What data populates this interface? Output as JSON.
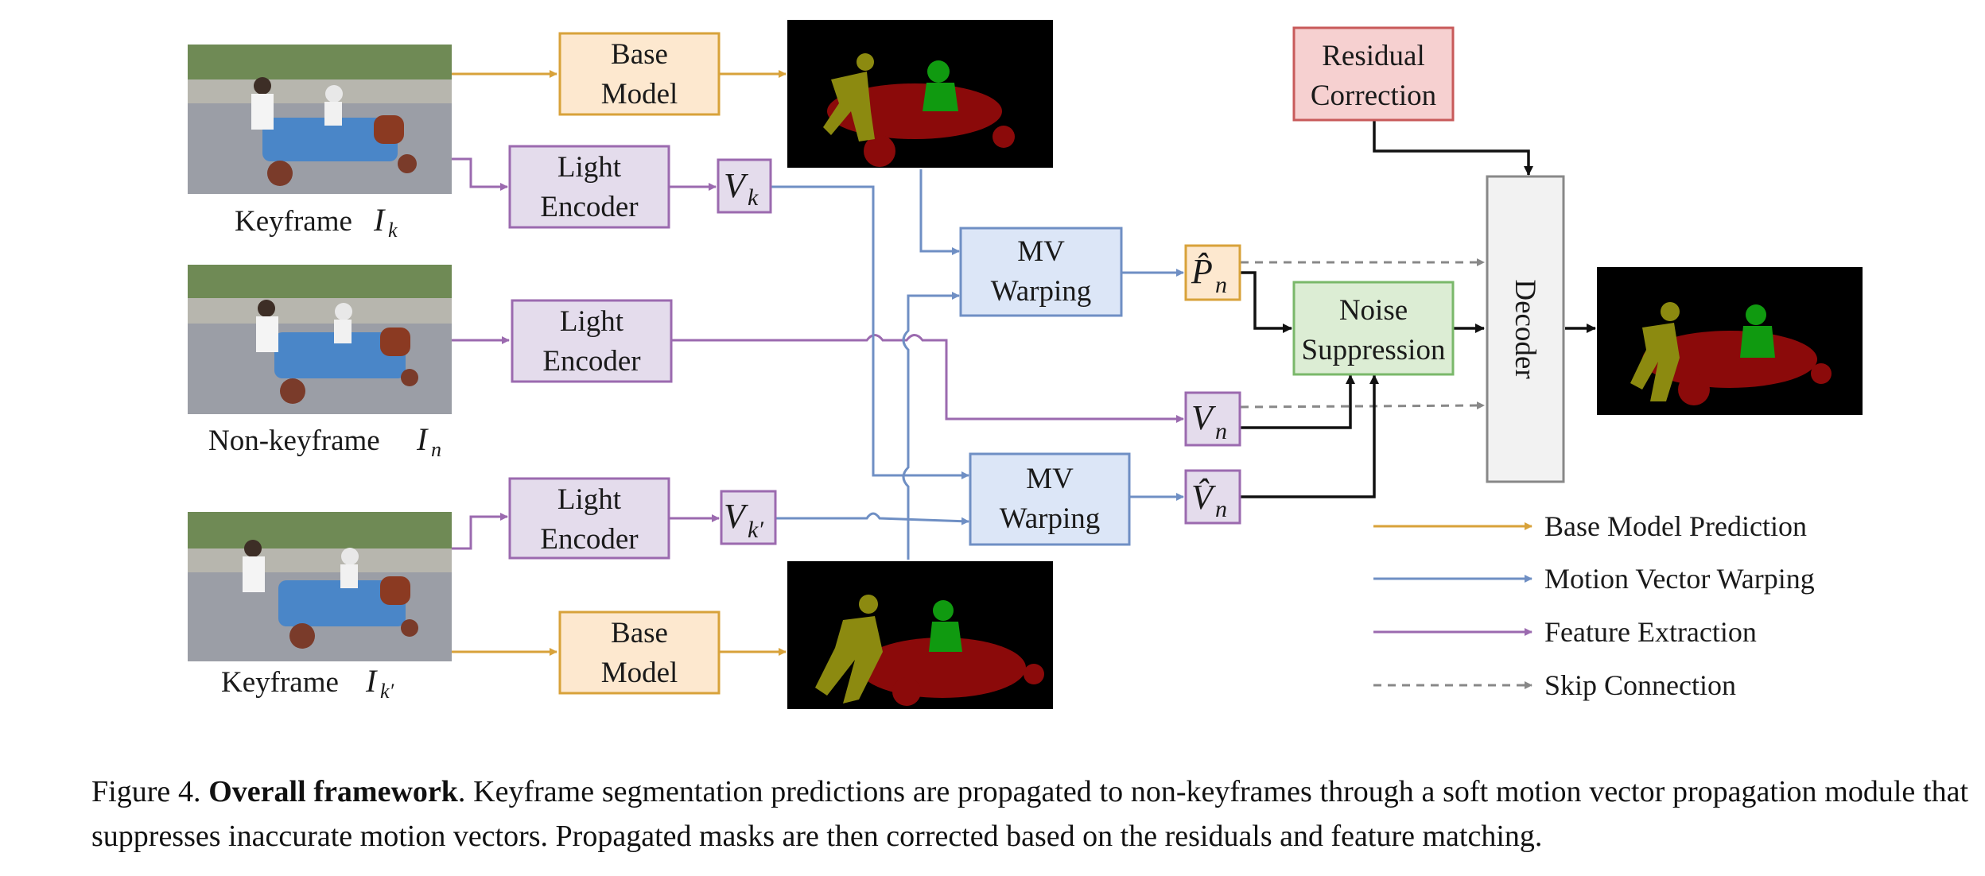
{
  "colors": {
    "base_model": "#d8a23a",
    "motion_warping": "#6f8fc4",
    "feature_extraction": "#9b6aaf",
    "skip": "#888888",
    "black": "#111111",
    "orange_fill": "#fde8cf",
    "purple_fill": "#e4dcec",
    "blue_fill": "#dce6f7",
    "green_fill": "#dcedd4",
    "red_fill": "#f6d0d0",
    "gray_fill": "#f2f2f2"
  },
  "frames": {
    "keyframe_k_label": "Keyframe",
    "keyframe_k_var": "I",
    "keyframe_k_sub": "k",
    "nonkeyframe_label": "Non-keyframe",
    "nonkeyframe_var": "I",
    "nonkeyframe_sub": "n",
    "keyframe_k2_label": "Keyframe",
    "keyframe_k2_var": "I",
    "keyframe_k2_sub": "k′"
  },
  "boxes": {
    "base_model_line1": "Base",
    "base_model_line2": "Model",
    "light_encoder_line1": "Light",
    "light_encoder_line2": "Encoder",
    "mv_warping_line1": "MV",
    "mv_warping_line2": "Warping",
    "residual_correction_line1": "Residual",
    "residual_correction_line2": "Correction",
    "noise_suppression_line1": "Noise",
    "noise_suppression_line2": "Suppression",
    "decoder": "Decoder"
  },
  "variables": {
    "v_k": "V",
    "v_k_sub": "k",
    "v_k2": "V",
    "v_k2_sub": "k′",
    "p_hat_n": "P̂",
    "p_hat_n_sub": "n",
    "v_n": "V",
    "v_n_sub": "n",
    "v_hat_n": "V̂",
    "v_hat_n_sub": "n"
  },
  "legend": [
    {
      "label": "Base Model Prediction",
      "style": "base"
    },
    {
      "label": "Motion Vector Warping",
      "style": "motion"
    },
    {
      "label": "Feature Extraction",
      "style": "feature"
    },
    {
      "label": "Skip Connection",
      "style": "skip"
    }
  ],
  "caption": {
    "prefix": "Figure 4.",
    "bold": "Overall framework",
    "text": ". Keyframe segmentation predictions are propagated to non-keyframes through a soft motion vector propagation module that suppresses inaccurate motion vectors. Propagated masks are then corrected based on the residuals and feature matching."
  }
}
